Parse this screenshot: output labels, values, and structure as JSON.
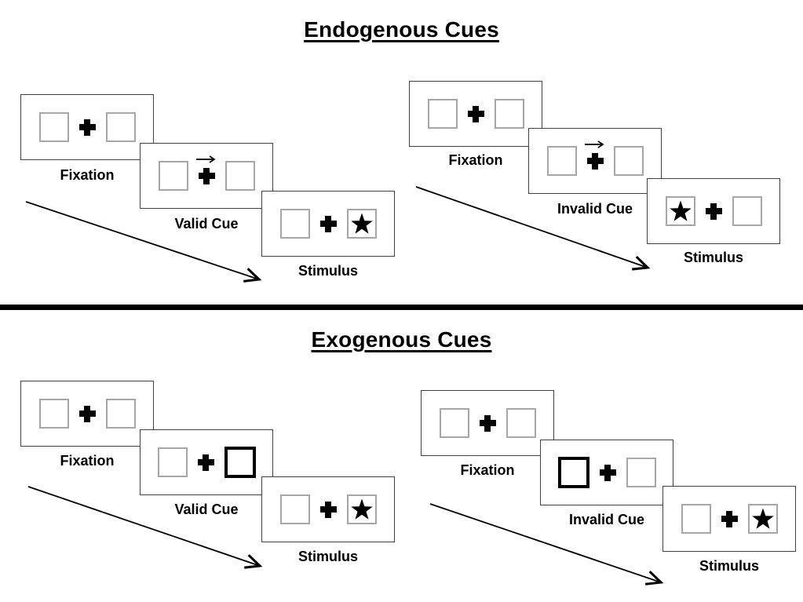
{
  "page": {
    "background_color": "#ffffff",
    "ink_color": "#000000",
    "panel_border_color": "#404040",
    "placeholder_box_border_color": "#a6a6a6"
  },
  "sections": [
    {
      "title": "Endogenous Cues",
      "sequences": [
        {
          "name": "endogenous-valid",
          "steps": [
            {
              "label": "Fixation",
              "cue": "none",
              "star": "none"
            },
            {
              "label": "Valid Cue",
              "cue": "arrow-right",
              "star": "none"
            },
            {
              "label": "Stimulus",
              "cue": "none",
              "star": "right"
            }
          ]
        },
        {
          "name": "endogenous-invalid",
          "steps": [
            {
              "label": "Fixation",
              "cue": "none",
              "star": "none"
            },
            {
              "label": "Invalid Cue",
              "cue": "arrow-right",
              "star": "none"
            },
            {
              "label": "Stimulus",
              "cue": "none",
              "star": "left"
            }
          ]
        }
      ]
    },
    {
      "title": "Exogenous Cues",
      "sequences": [
        {
          "name": "exogenous-valid",
          "steps": [
            {
              "label": "Fixation",
              "cue": "none",
              "star": "none"
            },
            {
              "label": "Valid Cue",
              "cue": "highlight-box-right",
              "star": "none"
            },
            {
              "label": "Stimulus",
              "cue": "none",
              "star": "right"
            }
          ]
        },
        {
          "name": "exogenous-invalid",
          "steps": [
            {
              "label": "Fixation",
              "cue": "none",
              "star": "none"
            },
            {
              "label": "Invalid Cue",
              "cue": "highlight-box-left",
              "star": "none"
            },
            {
              "label": "Stimulus",
              "cue": "none",
              "star": "right"
            }
          ]
        }
      ]
    }
  ]
}
